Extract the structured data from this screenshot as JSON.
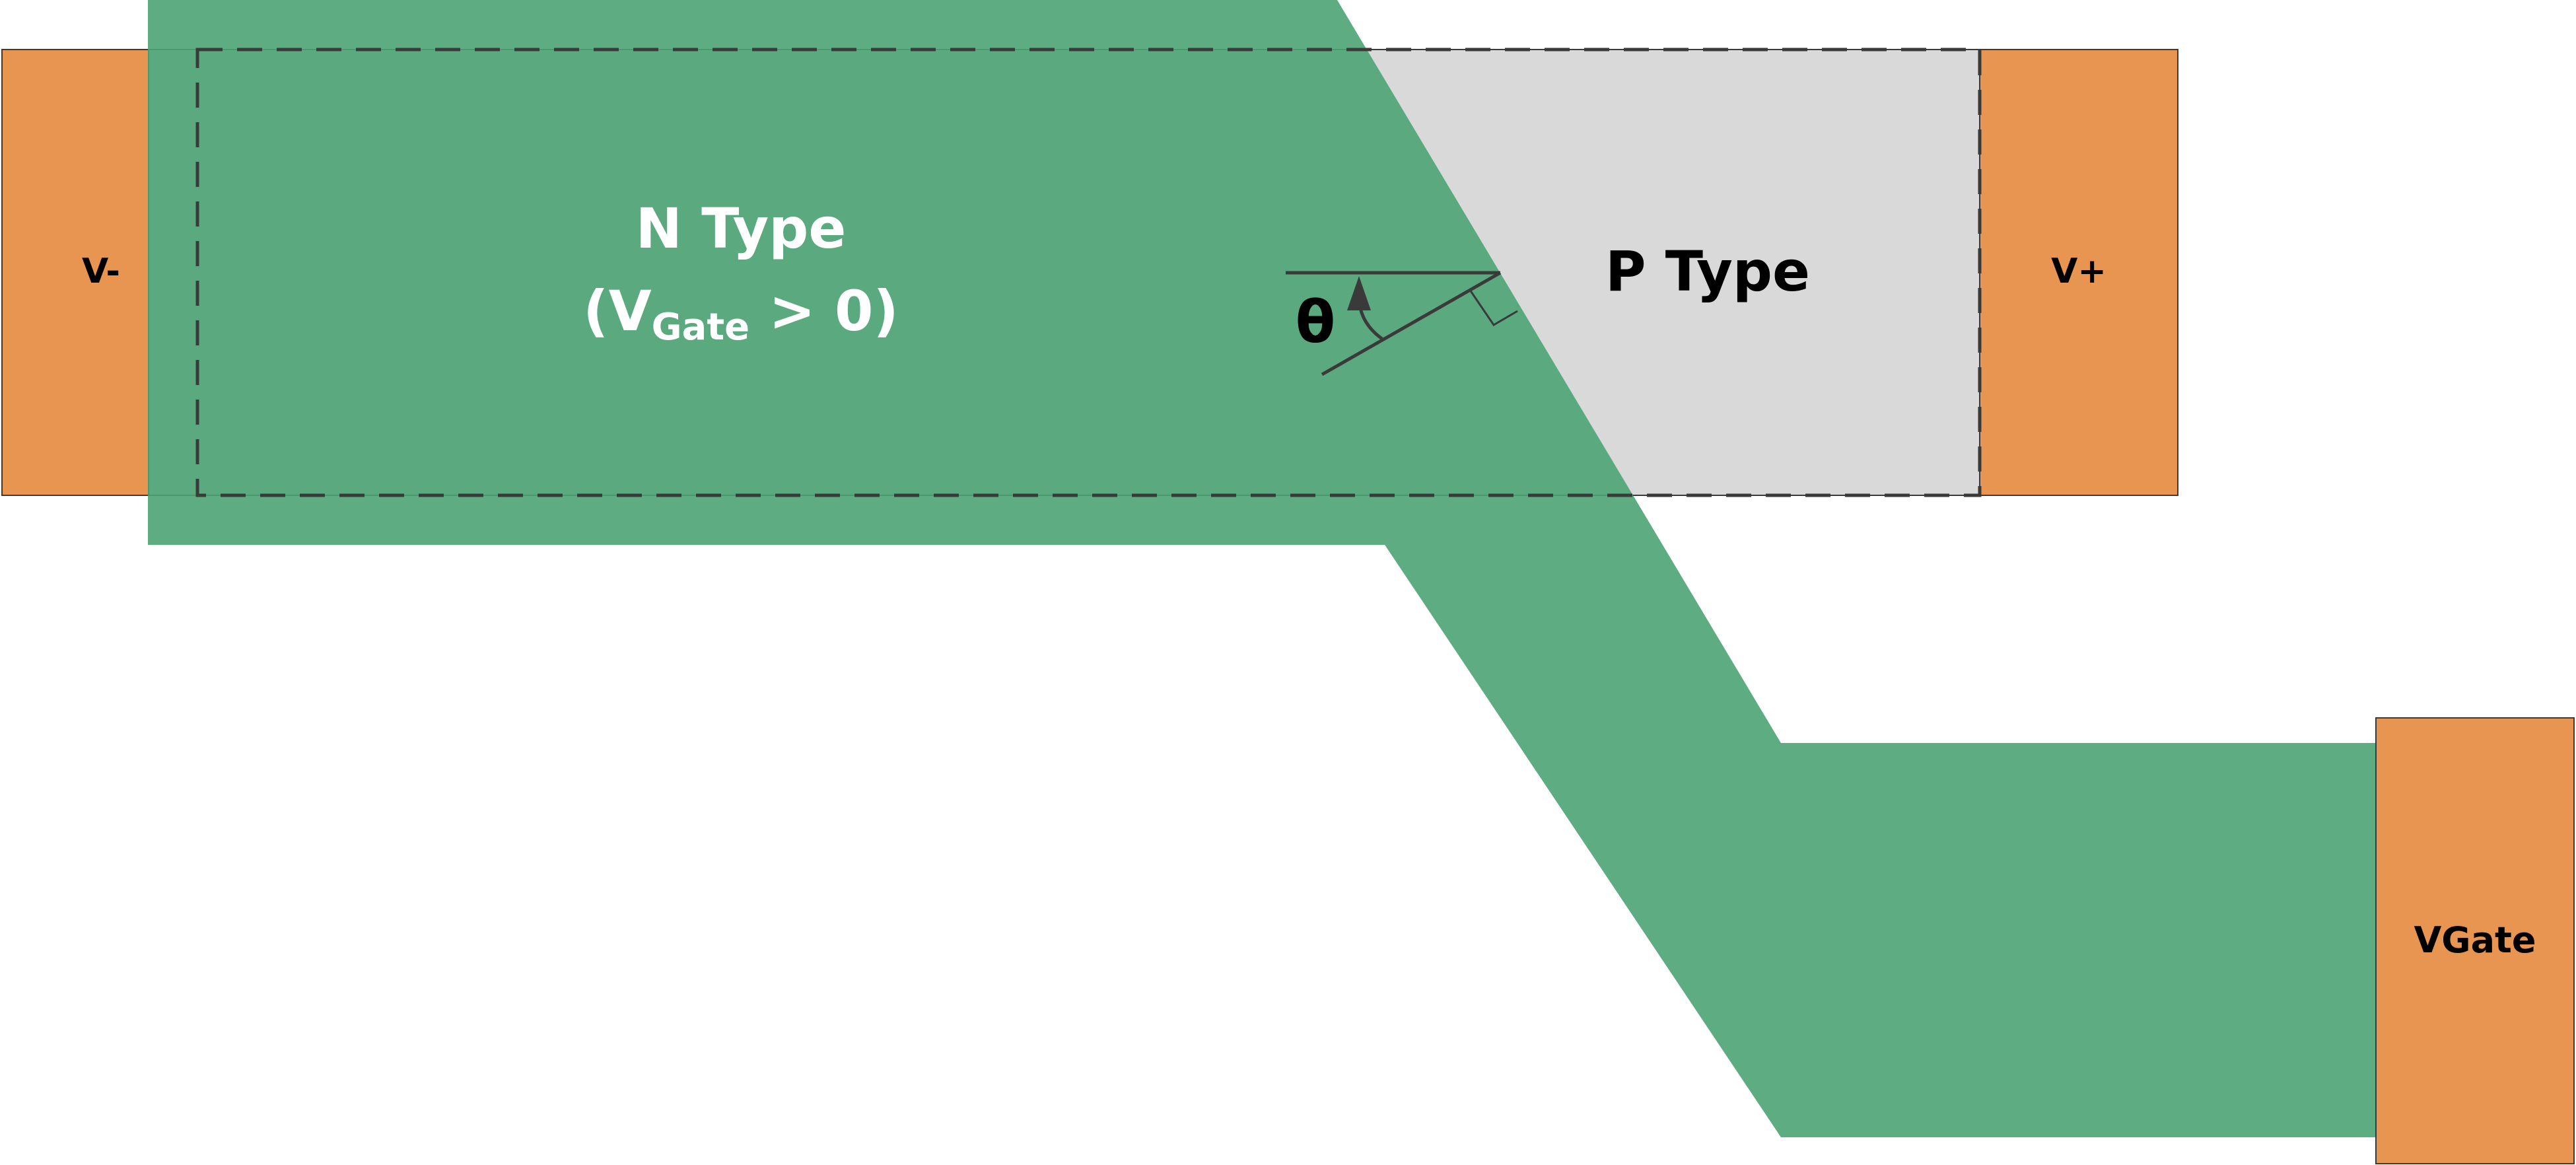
{
  "labels": {
    "v_minus": "V-",
    "v_plus": "V+",
    "vgate_contact": "VGate",
    "n_type_title": "N Type",
    "n_type_condition_open": "(V",
    "n_type_condition_sub": "Gate",
    "n_type_condition_close": " > 0)",
    "p_type": "P Type",
    "angle_symbol": "θ"
  },
  "colors": {
    "contact": "#E89552",
    "gate": "#4CA474",
    "gate_over_channel": "#3F9A6A",
    "channel": "#D9D9D9",
    "lines": "#3A3A3A",
    "label_light": "#FFFFFF",
    "label_dark": "#000000"
  }
}
